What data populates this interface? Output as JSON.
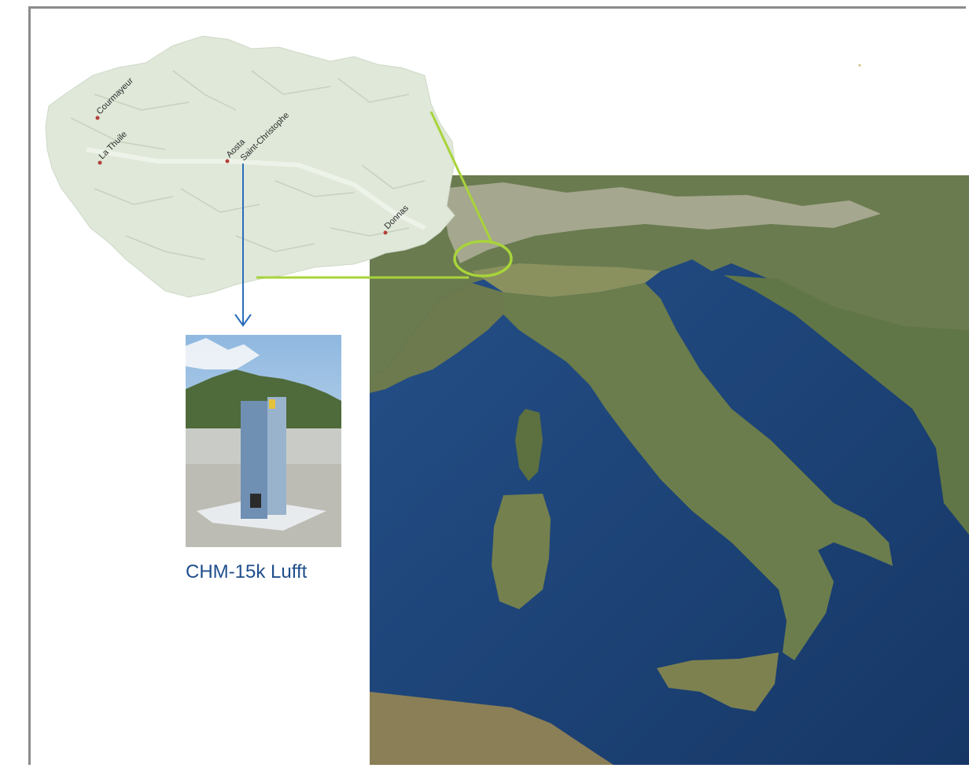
{
  "region_map": {
    "towns": [
      {
        "name": "Courmayeur"
      },
      {
        "name": "La Thuile"
      },
      {
        "name": "Aosta"
      },
      {
        "name": "Saint-Christophe"
      },
      {
        "name": "Donnas"
      }
    ]
  },
  "instrument": {
    "caption": "CHM-15k Lufft"
  },
  "colors": {
    "callout_line": "#a8d43a",
    "arrow": "#2a6db8",
    "caption": "#1f4e8c",
    "region_fill": "#dfe8d9",
    "sea": "#1d3f73",
    "border": "#8c8c8c"
  }
}
